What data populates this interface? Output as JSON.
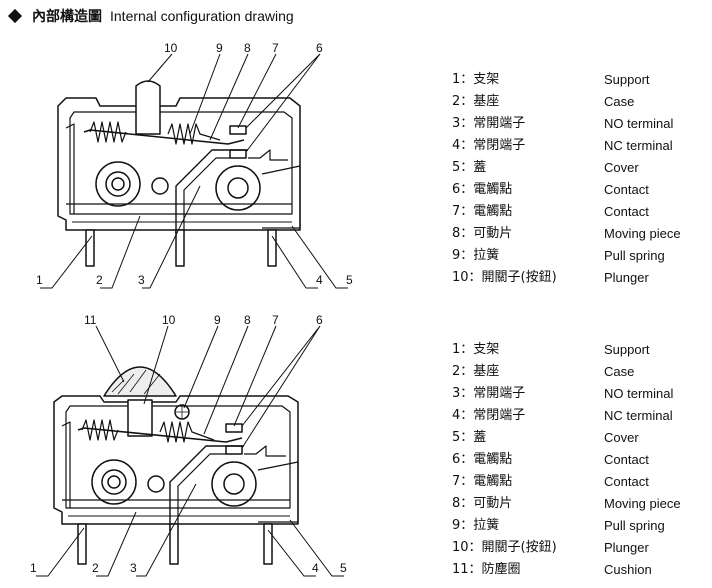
{
  "header": {
    "title_zh": "內部構造圖",
    "title_en": "Internal configuration drawing"
  },
  "diagram1": {
    "callouts_top": [
      "10",
      "9",
      "8",
      "7",
      "6"
    ],
    "callouts_bottom": [
      "1",
      "2",
      "3",
      "4",
      "5"
    ]
  },
  "diagram2": {
    "callouts_top": [
      "11",
      "10",
      "9",
      "8",
      "7",
      "6"
    ],
    "callouts_bottom": [
      "1",
      "2",
      "3",
      "4",
      "5"
    ]
  },
  "legend1": [
    {
      "zh": "1：支架",
      "en": "Support"
    },
    {
      "zh": "2：基座",
      "en": "Case"
    },
    {
      "zh": "3：常開端子",
      "en": "NO terminal"
    },
    {
      "zh": "4：常閉端子",
      "en": "NC terminal"
    },
    {
      "zh": "5：蓋",
      "en": "Cover"
    },
    {
      "zh": "6：電觸點",
      "en": "Contact"
    },
    {
      "zh": "7：電觸點",
      "en": "Contact"
    },
    {
      "zh": "8：可動片",
      "en": "Moving piece"
    },
    {
      "zh": "9：拉簧",
      "en": "Pull spring"
    },
    {
      "zh": "10：開關子(按鈕)",
      "en": "Plunger"
    }
  ],
  "legend2": [
    {
      "zh": "1：支架",
      "en": "Support"
    },
    {
      "zh": "2：基座",
      "en": "Case"
    },
    {
      "zh": "3：常開端子",
      "en": "NO terminal"
    },
    {
      "zh": "4：常閉端子",
      "en": "NC terminal"
    },
    {
      "zh": "5：蓋",
      "en": "Cover"
    },
    {
      "zh": "6：電觸點",
      "en": "Contact"
    },
    {
      "zh": "7：電觸點",
      "en": "Contact"
    },
    {
      "zh": "8：可動片",
      "en": "Moving piece"
    },
    {
      "zh": "9：拉簧",
      "en": "Pull spring"
    },
    {
      "zh": "10：開關子(按鈕)",
      "en": "Plunger"
    },
    {
      "zh": "11：防塵圈",
      "en": "Cushion"
    }
  ]
}
